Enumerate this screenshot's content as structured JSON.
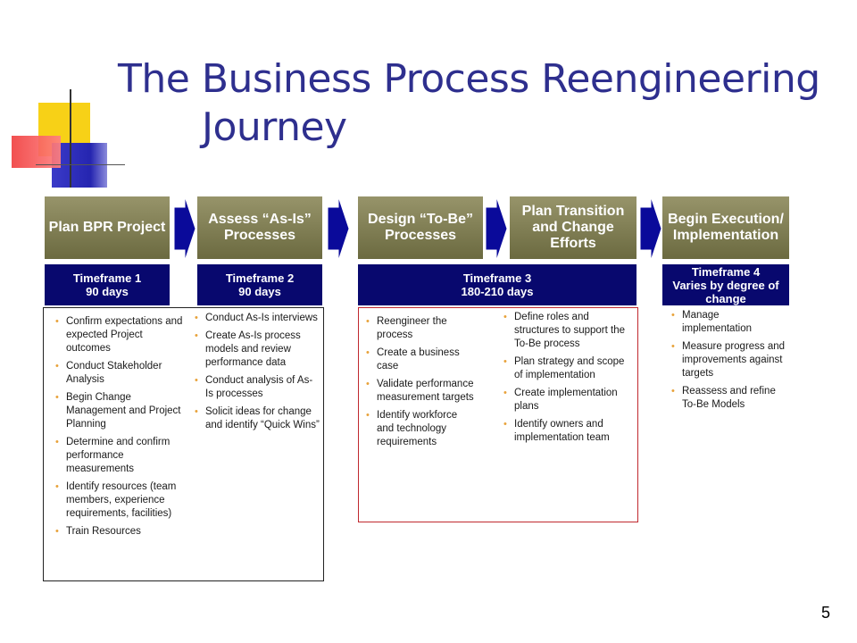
{
  "title": {
    "line1": "The Business Process Reengineering",
    "line2": "Journey"
  },
  "phases": [
    {
      "label": "Plan BPR Project"
    },
    {
      "label": "Assess “As-Is” Processes"
    },
    {
      "label": "Design “To-Be” Processes"
    },
    {
      "label": "Plan Transition and Change Efforts"
    },
    {
      "label": "Begin Execution/ Implementation"
    }
  ],
  "timeframes": [
    {
      "name": "Timeframe 1",
      "duration": "90 days"
    },
    {
      "name": "Timeframe 2",
      "duration": "90 days"
    },
    {
      "name": "Timeframe 3",
      "duration": "180-210 days"
    },
    {
      "name": "Timeframe 4",
      "duration": "Varies by degree of change"
    }
  ],
  "lists": {
    "plan": [
      "Confirm expectations and expected Project outcomes",
      "Conduct Stakeholder Analysis",
      "Begin Change Management and Project Planning",
      "Determine and confirm performance measurements",
      "Identify resources (team members, experience requirements, facilities)",
      "Train Resources"
    ],
    "assess": [
      "Conduct As-Is interviews",
      "Create As-Is process models and review performance data",
      "Conduct analysis of As-Is processes",
      "Solicit ideas for change and identify “Quick Wins”"
    ],
    "design": [
      "Reengineer the process",
      "Create a business case",
      "Validate performance measurement targets",
      "Identify workforce and technology requirements"
    ],
    "transition": [
      "Define roles and structures to support the To-Be process",
      "Plan strategy and scope of implementation",
      "Create implementation plans",
      "Identify owners and implementation team"
    ],
    "execute": [
      "Manage implementation",
      "Measure progress and improvements against targets",
      "Reassess and refine To-Be Models"
    ]
  },
  "page_number": "5",
  "colors": {
    "title": "#2e2f8e",
    "phase": "#8a8758",
    "timeframe": "#08086e",
    "arrow": "#0a0a9a",
    "red_border": "#c0282e",
    "bullet": "#e8a23a"
  }
}
